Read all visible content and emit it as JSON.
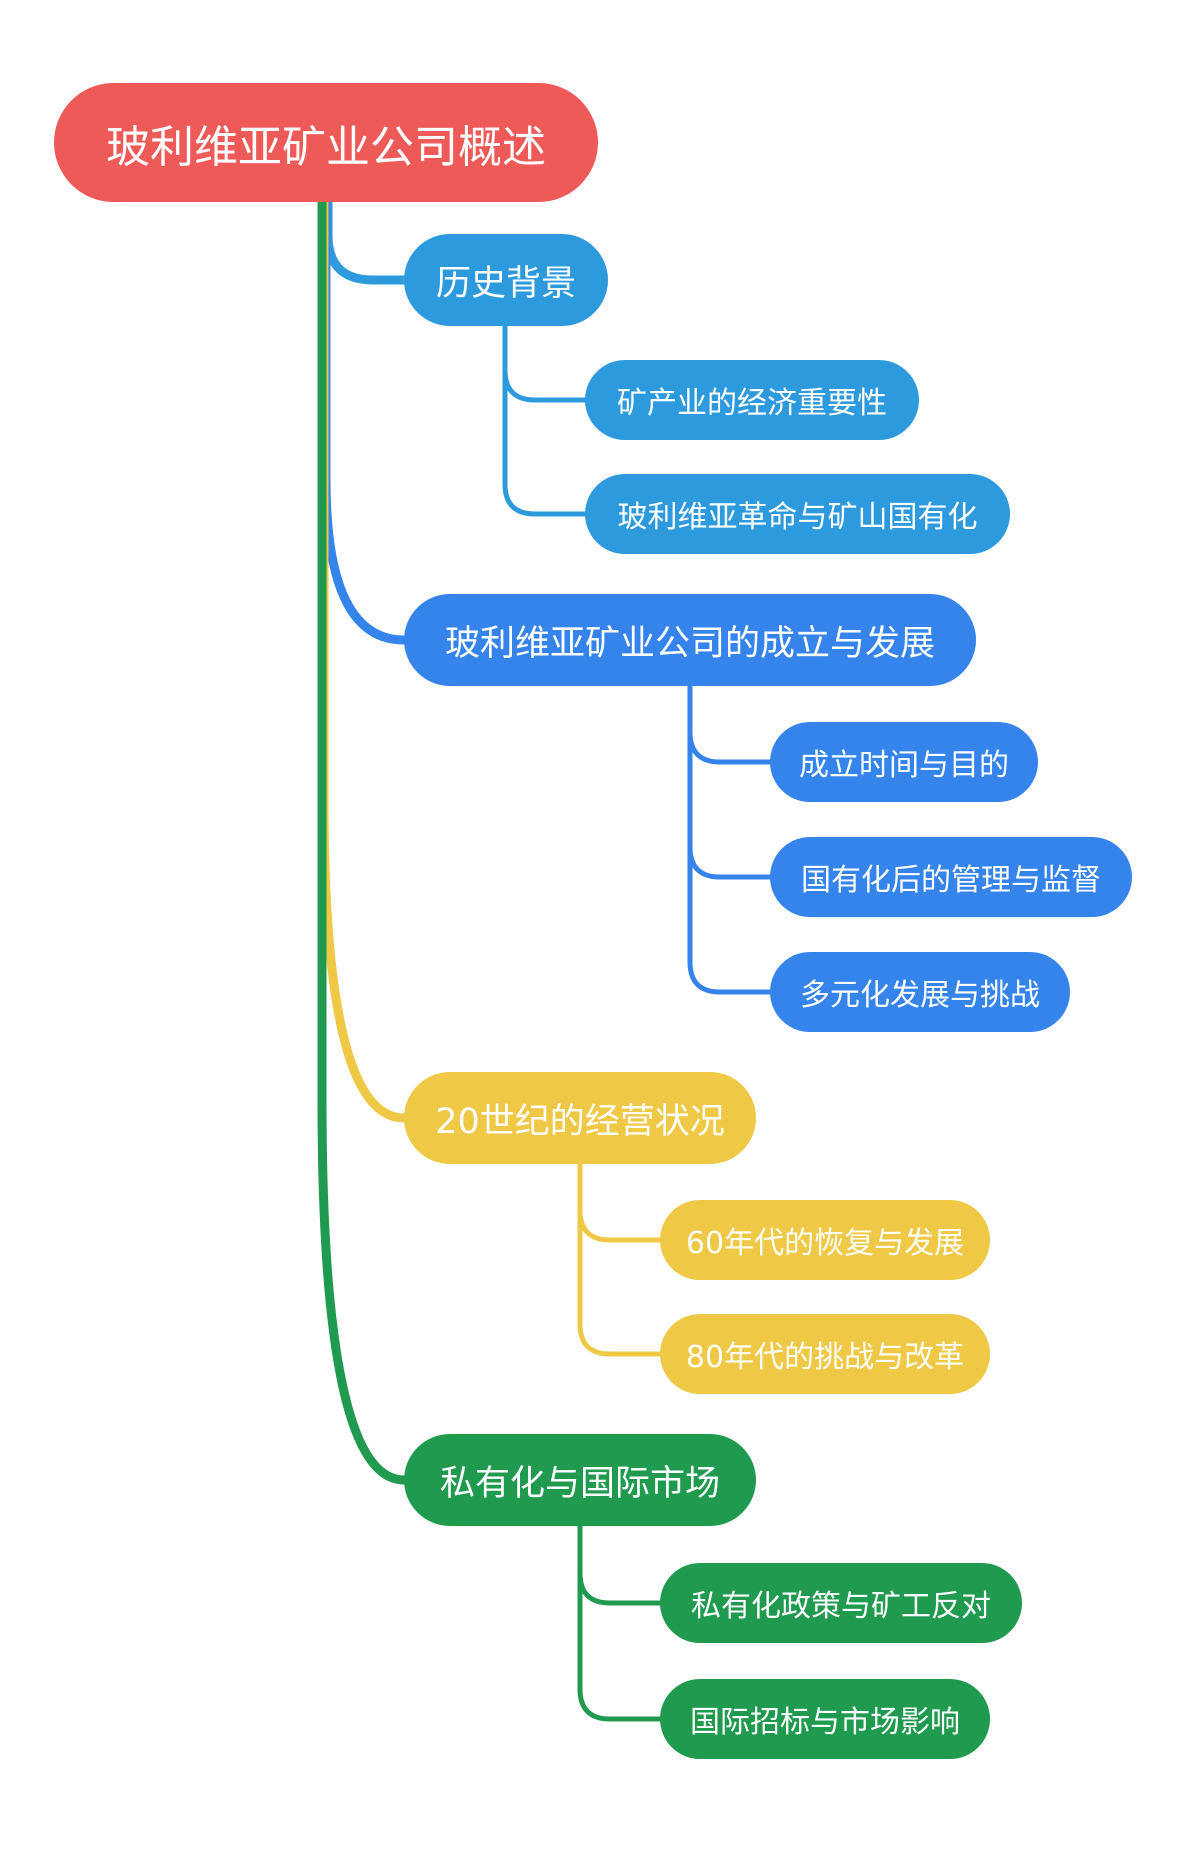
{
  "colors": {
    "root": "#ee5a57",
    "history": "#2e9ade",
    "establish": "#3584ec",
    "century": "#efc846",
    "private": "#1f9a4f"
  },
  "mindmap": {
    "root": {
      "label": "玻利维亚矿业公司概述"
    },
    "branches": [
      {
        "label": "历史背景",
        "children": [
          {
            "label": "矿产业的经济重要性"
          },
          {
            "label": "玻利维亚革命与矿山国有化"
          }
        ]
      },
      {
        "label": "玻利维亚矿业公司的成立与发展",
        "children": [
          {
            "label": "成立时间与目的"
          },
          {
            "label": "国有化后的管理与监督"
          },
          {
            "label": "多元化发展与挑战"
          }
        ]
      },
      {
        "label": "20世纪的经营状况",
        "children": [
          {
            "label": "60年代的恢复与发展"
          },
          {
            "label": "80年代的挑战与改革"
          }
        ]
      },
      {
        "label": "私有化与国际市场",
        "children": [
          {
            "label": "私有化政策与矿工反对"
          },
          {
            "label": "国际招标与市场影响"
          }
        ]
      }
    ]
  }
}
